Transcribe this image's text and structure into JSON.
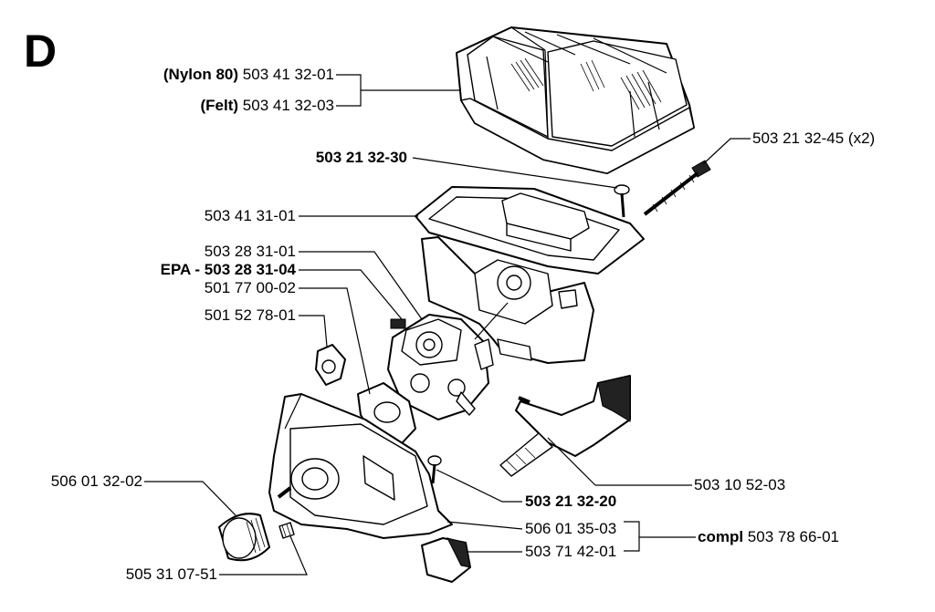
{
  "section_letter": "D",
  "labels": {
    "nylon_prefix": "(Nylon 80)",
    "nylon_num": "503 41 32-01",
    "felt_prefix": "(Felt)",
    "felt_num": "503 41 32-03",
    "screw_30": "503 21 32-30",
    "bolt_45": "503 21 32-45 (x2)",
    "cover_01": "503 41 31-01",
    "carb_01": "503 28 31-01",
    "carb_epa": "EPA - 503 28 31-04",
    "gasket_02": "501 77 00-02",
    "nut_01": "501 52 78-01",
    "bellow_02": "506 01 32-02",
    "lever_03": "503 10 52-03",
    "screw_20": "503 21 32-20",
    "base_03": "506 01 35-03",
    "compl_prefix": "compl",
    "compl_num": "503 78 66-01",
    "plug_01": "503 71 42-01",
    "nipple_51": "505 31 07-51"
  }
}
